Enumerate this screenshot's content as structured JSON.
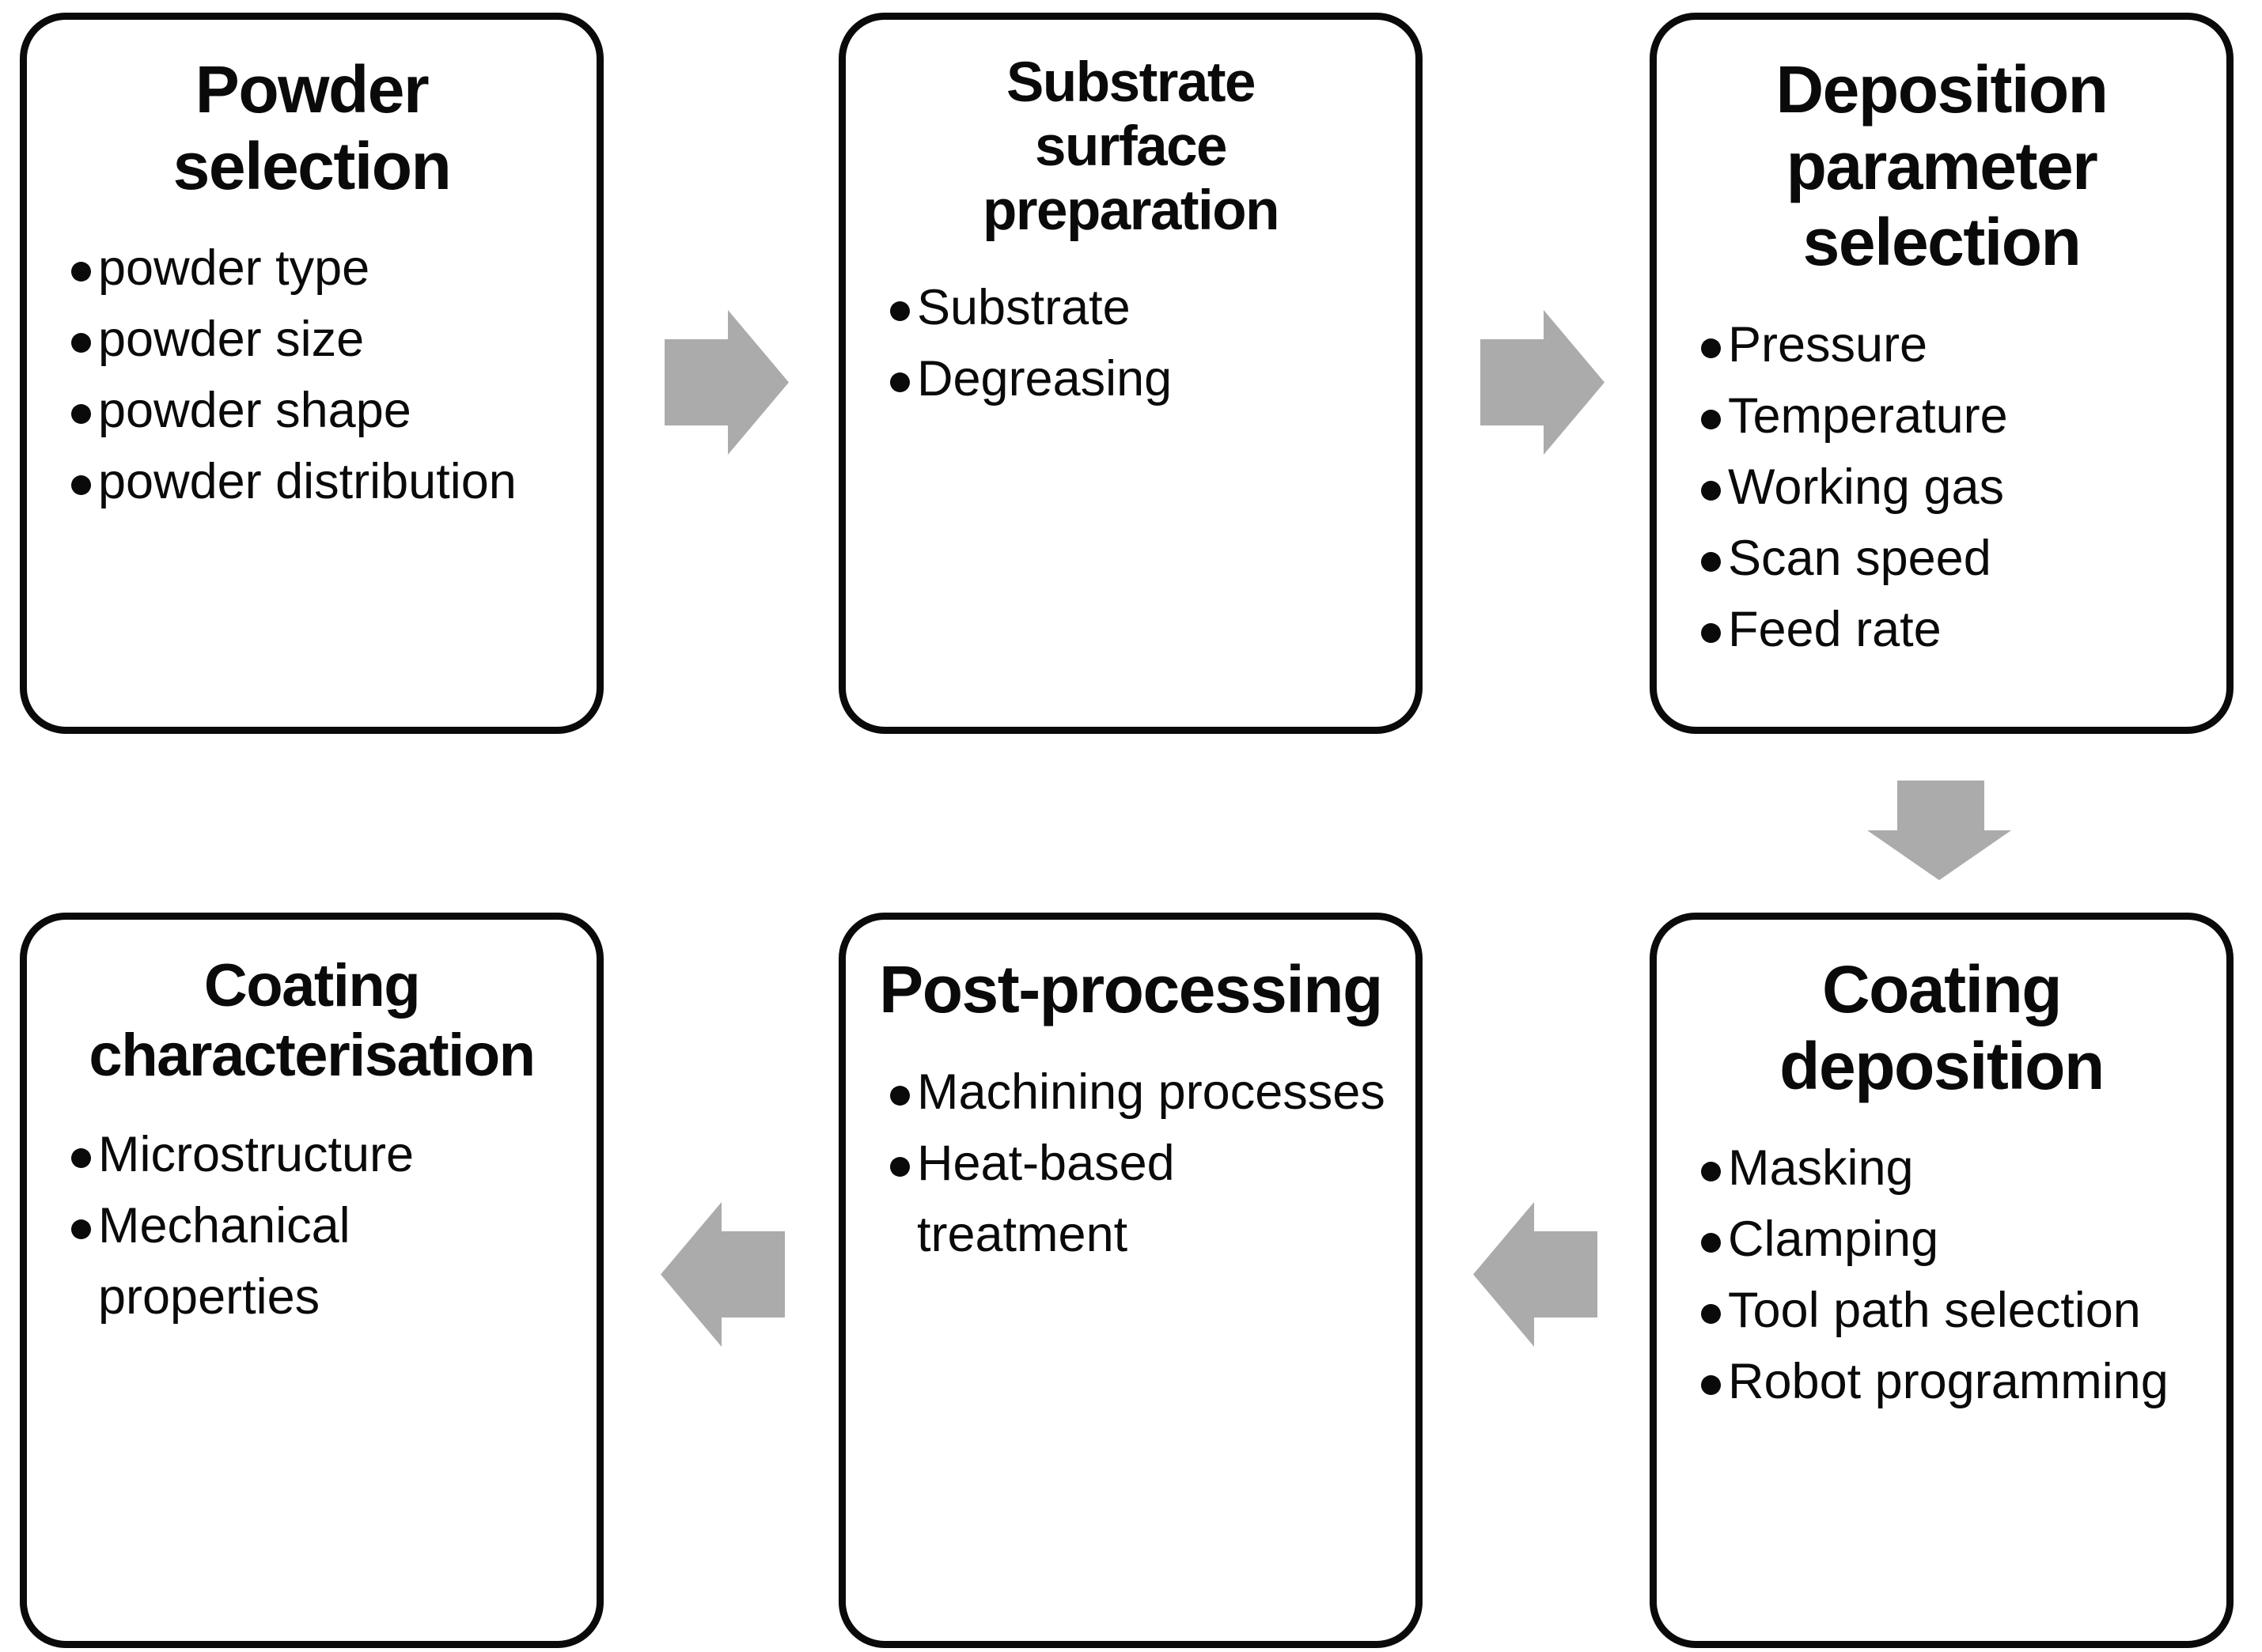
{
  "diagram": {
    "background_color": "#ffffff",
    "box_border_color": "#0a0a0a",
    "text_color": "#0a0a0a",
    "arrow_color": "#ababab",
    "boxes": [
      {
        "id": "powder-selection",
        "title": "Powder\nselection",
        "bullets": [
          "powder type",
          "powder size",
          "powder shape",
          "powder distribution"
        ]
      },
      {
        "id": "substrate-surface-preparation",
        "title": "Substrate\nsurface\npreparation",
        "bullets": [
          "Substrate",
          "Degreasing"
        ]
      },
      {
        "id": "deposition-parameter-selection",
        "title": "Deposition\nparameter\nselection",
        "bullets": [
          "Pressure",
          "Temperature",
          "Working gas",
          "Scan speed",
          "Feed rate"
        ]
      },
      {
        "id": "coating-characterisation",
        "title": "Coating\ncharacterisation",
        "bullets": [
          "Microstructure",
          "Mechanical\nproperties"
        ]
      },
      {
        "id": "post-processing",
        "title": "Post-processing",
        "bullets": [
          "Machining processes",
          "Heat-based\ntreatment"
        ]
      },
      {
        "id": "coating-deposition",
        "title": "Coating\ndeposition",
        "bullets": [
          "Masking",
          "Clamping",
          "Tool path selection",
          "Robot programming"
        ]
      }
    ],
    "arrows": [
      {
        "from": "powder-selection",
        "to": "substrate-surface-preparation",
        "direction": "right"
      },
      {
        "from": "substrate-surface-preparation",
        "to": "deposition-parameter-selection",
        "direction": "right"
      },
      {
        "from": "deposition-parameter-selection",
        "to": "coating-deposition",
        "direction": "down"
      },
      {
        "from": "coating-deposition",
        "to": "post-processing",
        "direction": "left"
      },
      {
        "from": "post-processing",
        "to": "coating-characterisation",
        "direction": "left"
      }
    ]
  }
}
